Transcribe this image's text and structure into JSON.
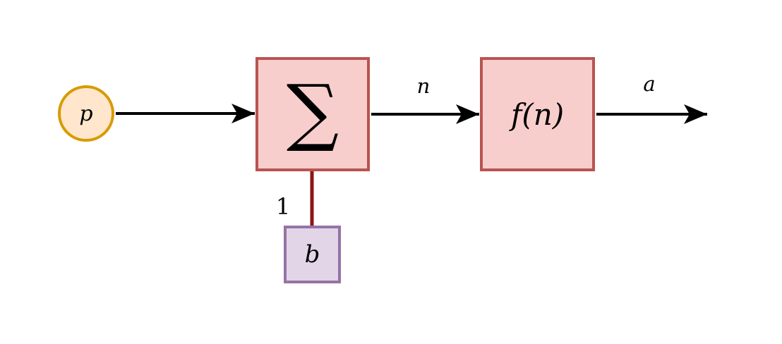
{
  "diagram": {
    "type": "block-diagram",
    "description": "Single-input neuron signal-flow diagram: input p feeds a summation block, whose output n passes through transfer function f(n) producing output a; a bias b with weight 1 feeds the summation block.",
    "nodes": {
      "input": {
        "label": "p",
        "shape": "circle",
        "fill": "#FFE6CC",
        "stroke": "#D79B00"
      },
      "sum": {
        "label": "∑",
        "shape": "square",
        "fill": "#F8CECC",
        "stroke": "#B85450"
      },
      "transfer": {
        "label": "f(n)",
        "shape": "square",
        "fill": "#F8CECC",
        "stroke": "#B85450"
      },
      "bias": {
        "label": "b",
        "shape": "square",
        "fill": "#E1D5E7",
        "stroke": "#9673A6"
      }
    },
    "edges": {
      "input_to_sum": {
        "label": "",
        "color": "#000000"
      },
      "sum_to_transfer": {
        "label": "n",
        "color": "#000000"
      },
      "transfer_output": {
        "label": "a",
        "color": "#000000"
      },
      "bias_to_sum": {
        "label": "1",
        "color": "#8C1515"
      }
    },
    "background": "#FFFFFF"
  }
}
